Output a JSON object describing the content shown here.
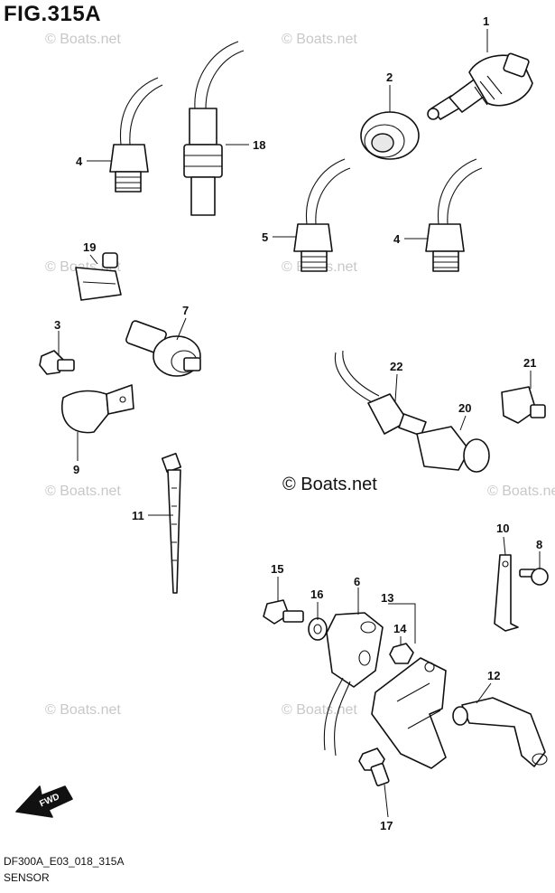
{
  "figure_title": "FIG.315A",
  "center_watermark": "© Boats.net",
  "watermark_text": "© Boats.net",
  "footer": {
    "model_code": "DF300A_E03_018_315A",
    "section_name": "SENSOR"
  },
  "fwd_label": "FWD",
  "callouts": {
    "c1": "1",
    "c2": "2",
    "c3": "3",
    "c4a": "4",
    "c4b": "4",
    "c5": "5",
    "c6": "6",
    "c7": "7",
    "c8": "8",
    "c9": "9",
    "c10": "10",
    "c11": "11",
    "c12": "12",
    "c13": "13",
    "c14": "14",
    "c15": "15",
    "c16": "16",
    "c17": "17",
    "c18": "18",
    "c19": "19",
    "c20": "20",
    "c21": "21",
    "c22": "22"
  },
  "colors": {
    "line": "#111111",
    "watermark": "#c8c8c8",
    "background": "#ffffff"
  }
}
